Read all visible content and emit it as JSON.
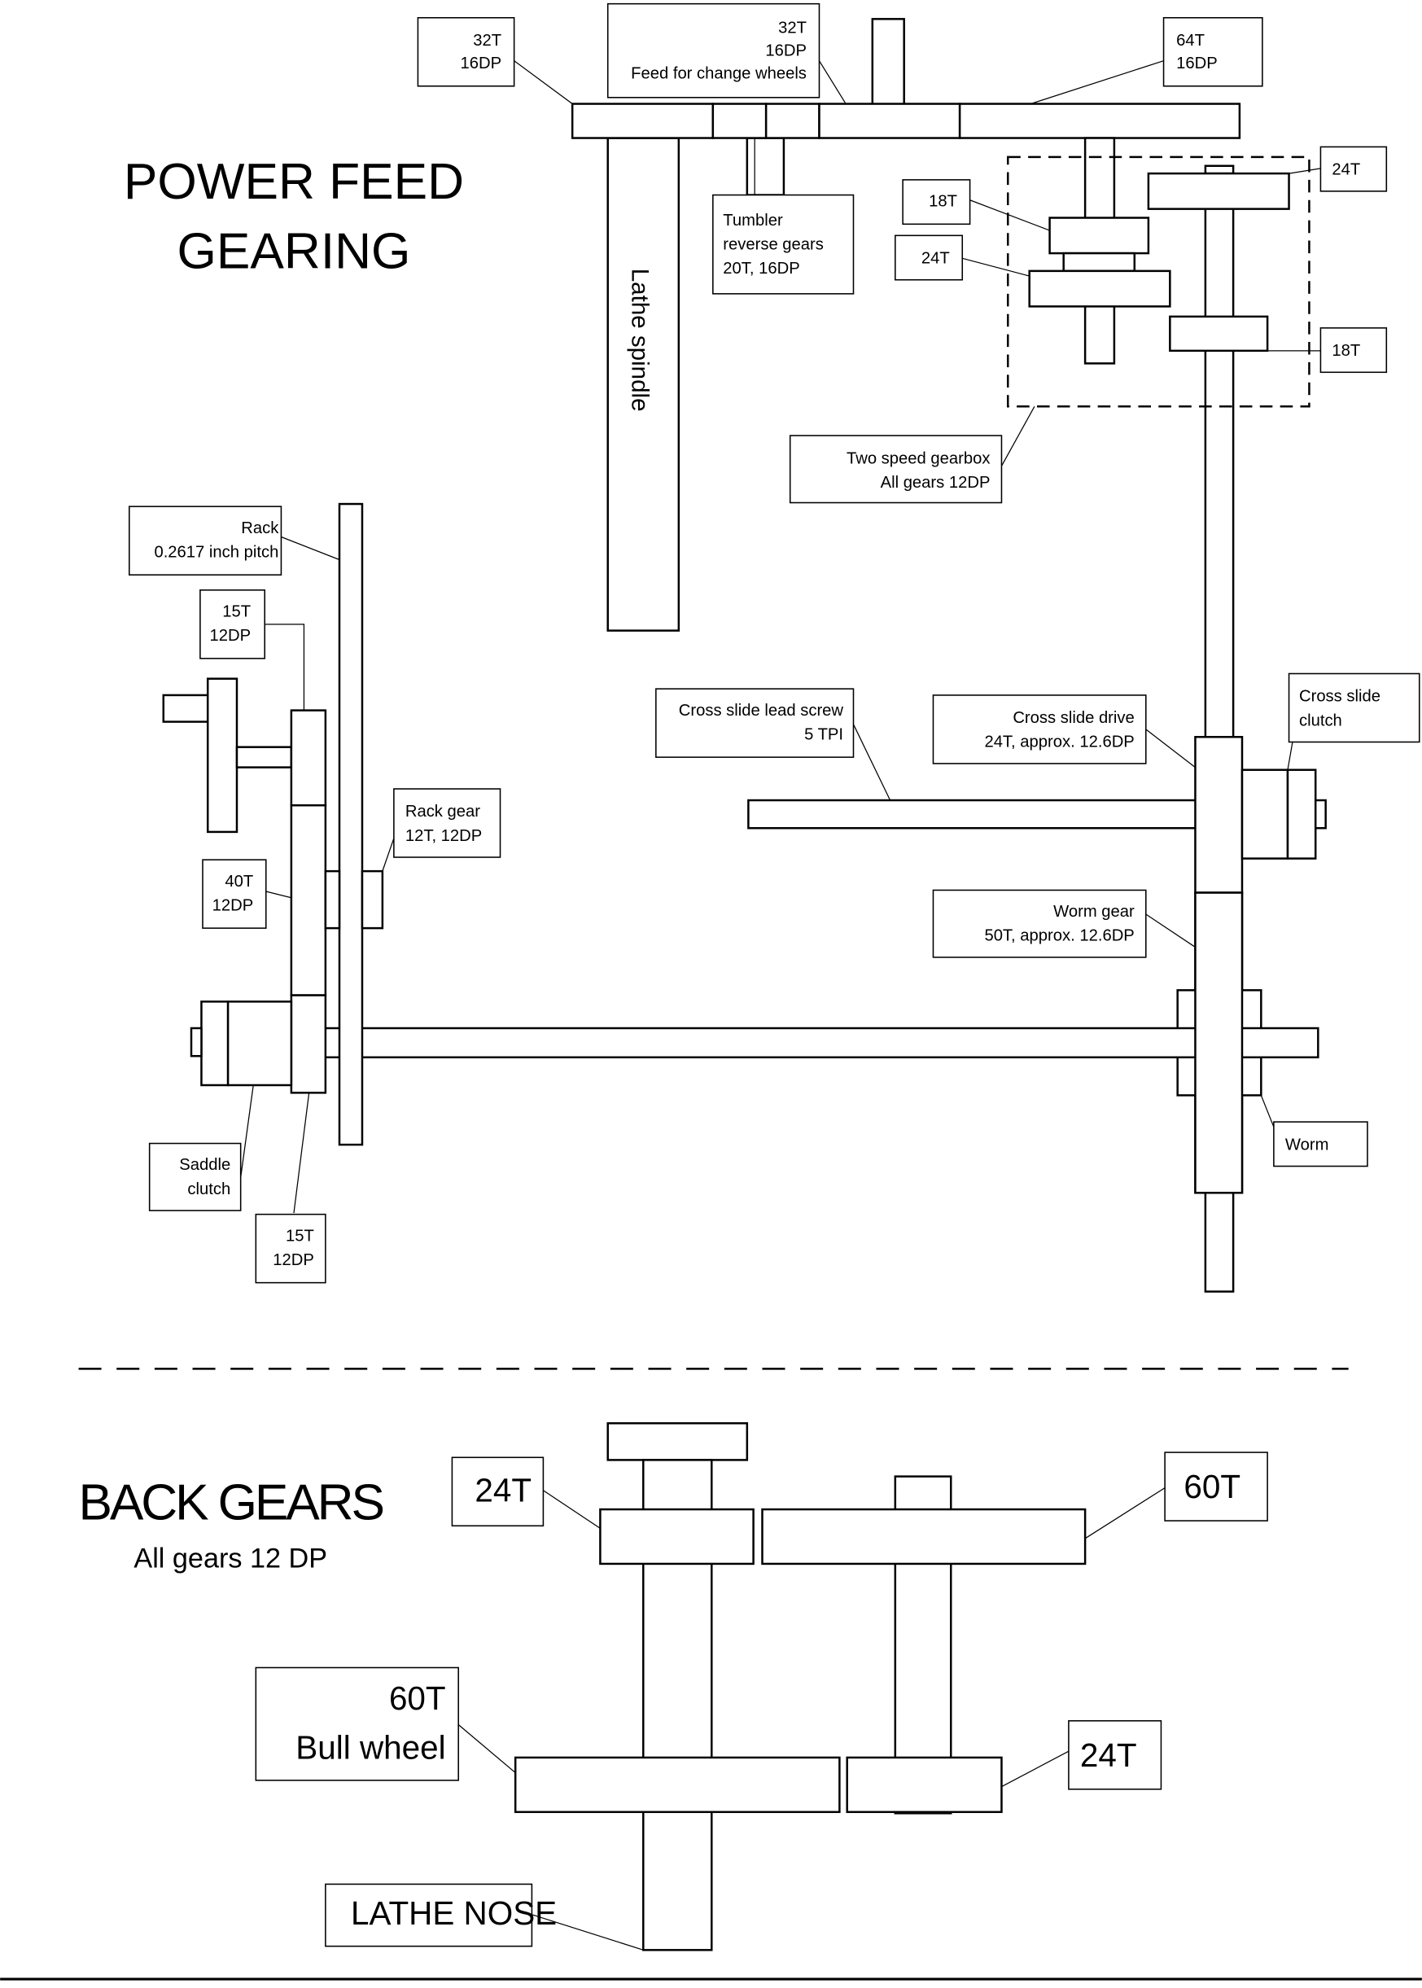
{
  "power_feed": {
    "title_line1": "POWER FEED",
    "title_line2": "GEARING",
    "labels": {
      "l32t_a": [
        "32T",
        "16DP"
      ],
      "l32t_feed": [
        "32T",
        "16DP",
        "Feed for change wheels"
      ],
      "l64t": [
        "64T",
        "16DP"
      ],
      "tumbler": [
        "Tumbler",
        "reverse gears",
        "20T,  16DP"
      ],
      "gb18t_left": "18T",
      "gb24t_left": "24T",
      "gb24t_right": "24T",
      "gb18t_right": "18T",
      "gearbox": [
        "Two speed gearbox",
        "All gears 12DP"
      ],
      "spindle": "Lathe spindle",
      "rack": [
        "Rack",
        "0.2617 inch pitch"
      ],
      "l15t_top": [
        "15T",
        "12DP"
      ],
      "rack_gear": [
        "Rack gear",
        "12T, 12DP"
      ],
      "l40t": [
        "40T",
        "12DP"
      ],
      "saddle_clutch": [
        "Saddle",
        "clutch"
      ],
      "l15t_bottom": [
        "15T",
        "12DP"
      ],
      "cross_lead": [
        "Cross slide lead screw",
        "5 TPI"
      ],
      "cross_drive": [
        "Cross slide drive",
        "24T, approx. 12.6DP"
      ],
      "cross_clutch": [
        "Cross slide",
        "clutch"
      ],
      "worm_gear": [
        "Worm gear",
        "50T, approx. 12.6DP"
      ],
      "worm": "Worm"
    }
  },
  "back_gears": {
    "title": "BACK GEARS",
    "subtitle": "All gears 12 DP",
    "labels": {
      "top_24t": "24T",
      "top_60t": "60T",
      "bull": [
        "60T",
        "Bull wheel"
      ],
      "bottom_24t": "24T",
      "nose": "LATHE NOSE"
    }
  }
}
